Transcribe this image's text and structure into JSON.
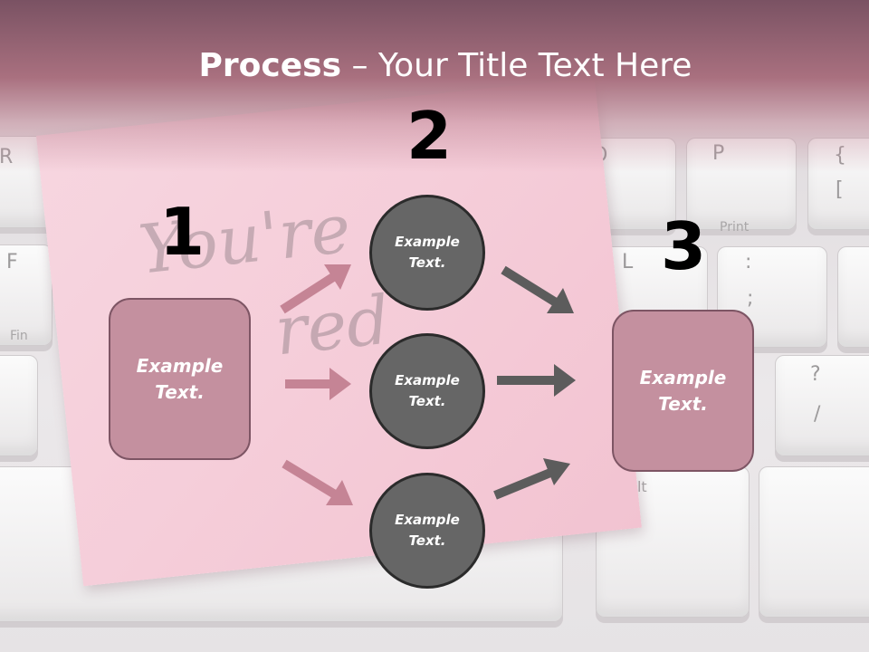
{
  "title": {
    "bold": "Process",
    "rest": " – Your Title Text Here"
  },
  "steps": [
    {
      "number": "1",
      "label": "Example\nText."
    },
    {
      "number": "2",
      "labels": [
        "Example\nText.",
        "Example\nText.",
        "Example\nText."
      ]
    },
    {
      "number": "3",
      "label": "Example\nText."
    }
  ],
  "colors": {
    "box_fill": "#c4909f",
    "box_border": "#7d5564",
    "circle_fill": "#666666",
    "pink_arrow": "#c58495",
    "gray_arrow": "#5c5c5c"
  },
  "background": {
    "key_letters": [
      "R",
      "O",
      "P",
      "{",
      "[",
      "F",
      "L",
      ":",
      ";",
      "?",
      "/",
      "Alt"
    ],
    "key_sublabels": [
      "Print",
      "Fin"
    ],
    "note_words": [
      "You're",
      "red"
    ]
  }
}
